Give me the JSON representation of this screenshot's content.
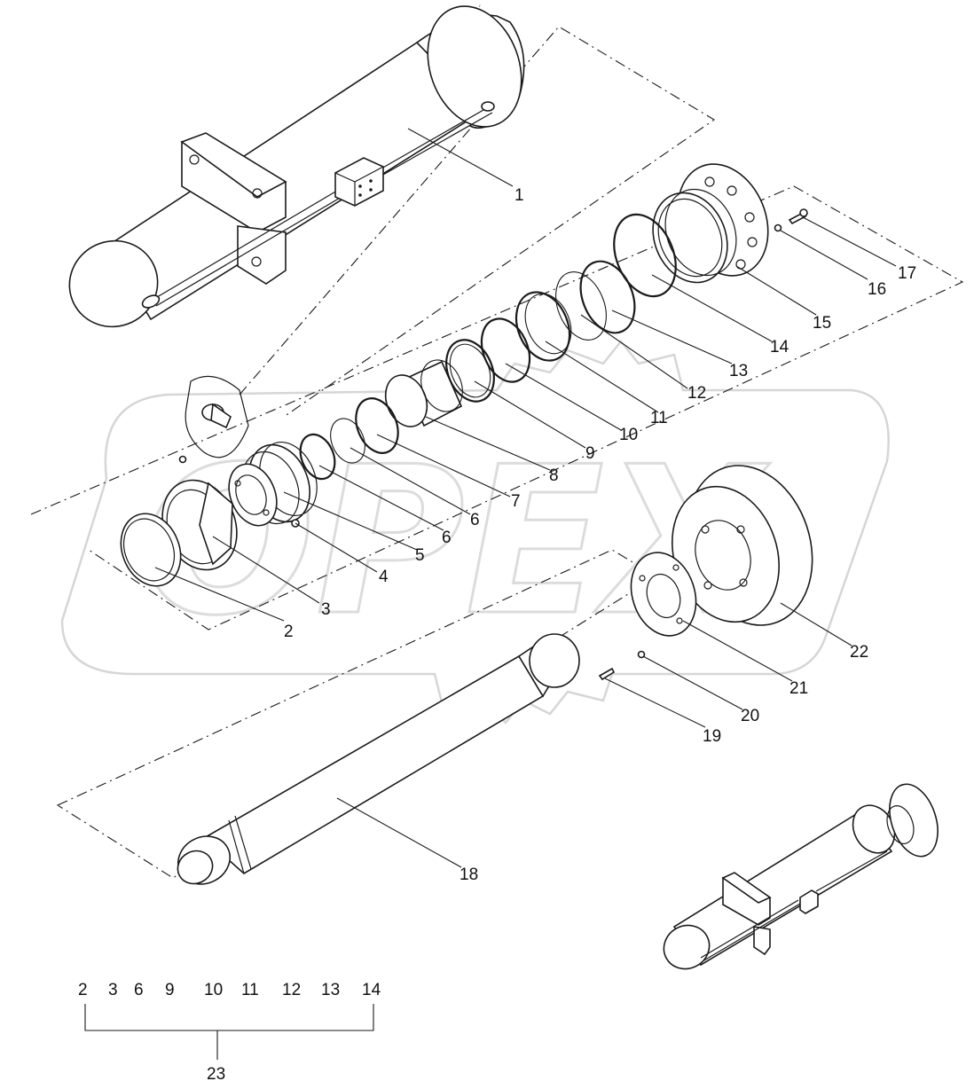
{
  "watermark": {
    "text": "OPEX"
  },
  "corner_mark": "′",
  "callouts": {
    "p1": "1",
    "p2": "2",
    "p3": "3",
    "p4": "4",
    "p5": "5",
    "p6a": "6",
    "p6b": "6",
    "p7": "7",
    "p8": "8",
    "p9": "9",
    "p10": "10",
    "p11": "11",
    "p12": "12",
    "p13": "13",
    "p14": "14",
    "p15": "15",
    "p16": "16",
    "p17": "17",
    "p18": "18",
    "p19": "19",
    "p20": "20",
    "p21": "21",
    "p22": "22"
  },
  "kit": {
    "items": [
      "2",
      "3",
      "6",
      "9",
      "10",
      "11",
      "12",
      "13",
      "14"
    ],
    "total": "23"
  }
}
